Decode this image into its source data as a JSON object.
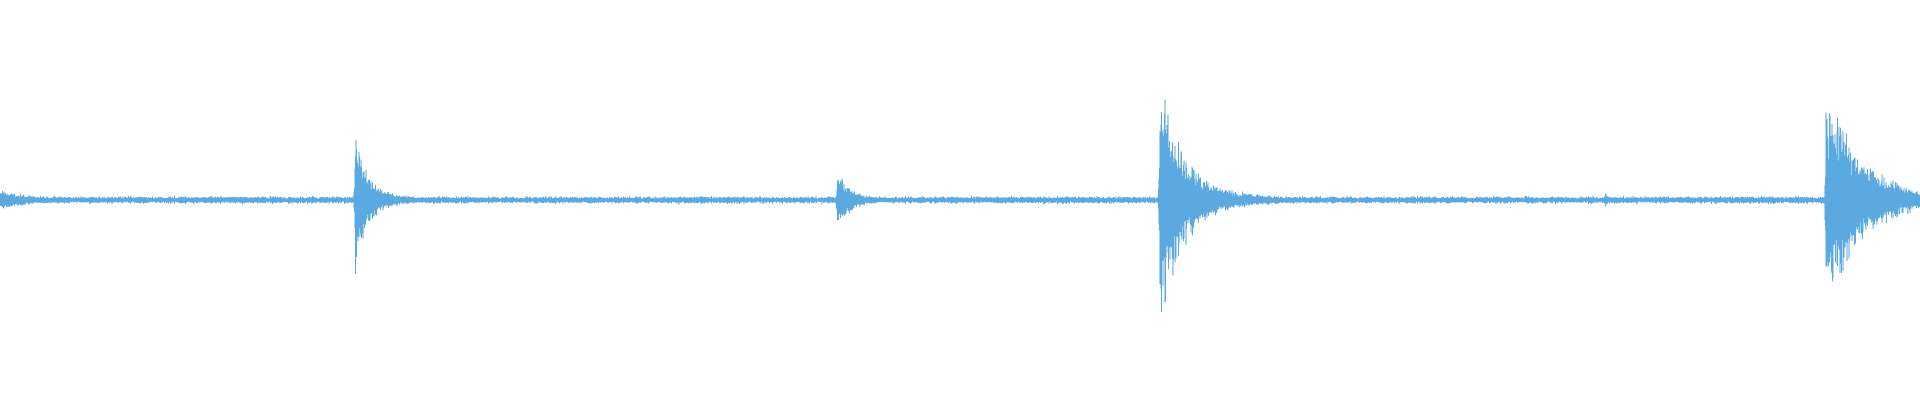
{
  "waveform": {
    "color": "#5aa9e0",
    "background": "#ffffff",
    "baseline_amplitude": 0.012,
    "noise_floor": 0.006,
    "transients": [
      {
        "position": 0.0,
        "peak": 0.05,
        "decay": 0.02,
        "tail": 0.03
      },
      {
        "position": 0.185,
        "peak": 0.4,
        "decay": 0.006,
        "tail": 0.05
      },
      {
        "position": 0.436,
        "peak": 0.14,
        "decay": 0.008,
        "tail": 0.035
      },
      {
        "position": 0.604,
        "peak": 0.63,
        "decay": 0.012,
        "tail": 0.06
      },
      {
        "position": 0.836,
        "peak": 0.04,
        "decay": 0.002,
        "tail": 0.01
      },
      {
        "position": 0.951,
        "peak": 0.57,
        "decay": 0.018,
        "tail": 0.06
      }
    ]
  }
}
